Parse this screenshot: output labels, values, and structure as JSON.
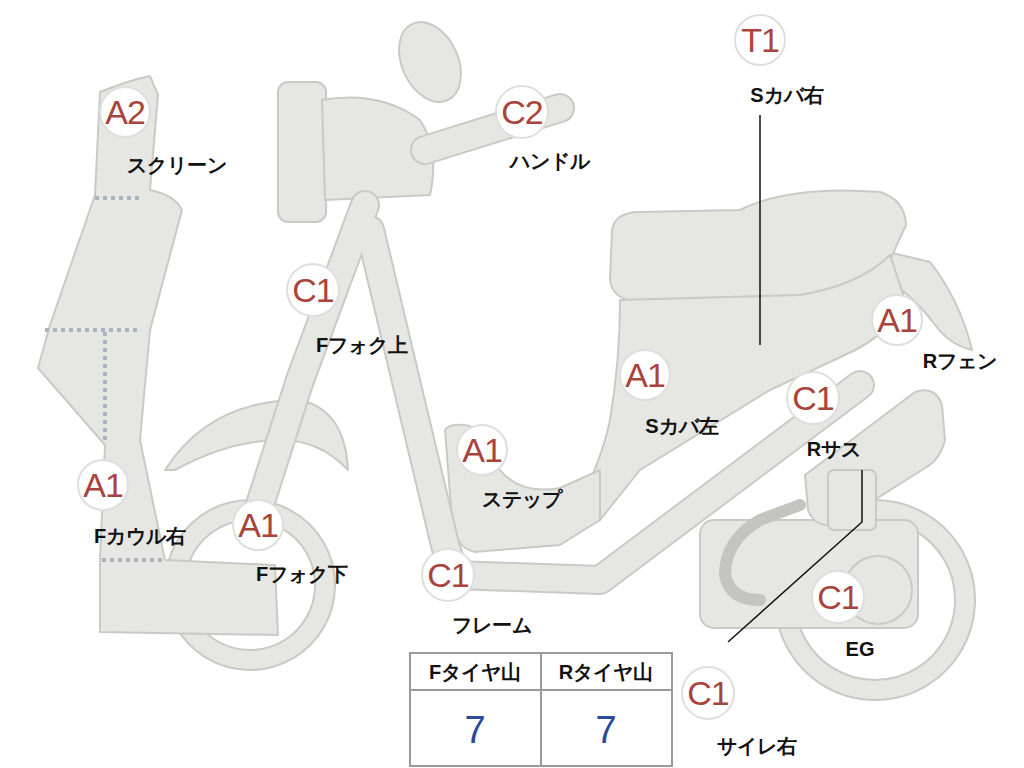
{
  "diagram": {
    "nodes": [
      {
        "text": [
          "A2",
          "スクリーン"
        ]
      },
      {
        "text": [
          "C2",
          "ハンドル"
        ]
      },
      {
        "text": [
          "T1",
          "Sカバ右"
        ]
      },
      {
        "text": [
          "C1",
          "Fフォク上"
        ]
      },
      {
        "text": [
          "A1",
          "Rフェン"
        ]
      },
      {
        "text": [
          "A1",
          "Sカバ左"
        ]
      },
      {
        "text": [
          "C1",
          "Rサス"
        ]
      },
      {
        "text": [
          "A1",
          "ステップ"
        ]
      },
      {
        "text": [
          "A1",
          "Fカウル右"
        ]
      },
      {
        "text": [
          "A1",
          "Fフォク下"
        ]
      },
      {
        "text": [
          "C1",
          "フレーム"
        ]
      },
      {
        "text": [
          "C1",
          "EG"
        ]
      },
      {
        "text": [
          "C1",
          "サイレ右"
        ]
      }
    ],
    "labels": [
      "Fタイヤ山",
      "Rタイヤ山",
      "7",
      "7"
    ]
  }
}
